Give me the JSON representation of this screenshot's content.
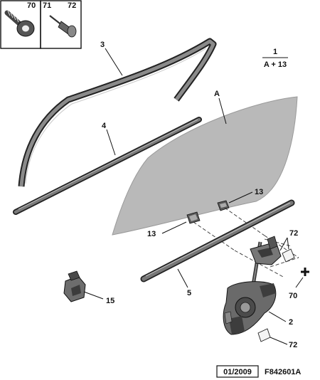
{
  "legend_box": {
    "ref_70": "70",
    "ref_71": "71",
    "ref_72": "72"
  },
  "formula": {
    "numerator": "1",
    "denominator": "A + 13"
  },
  "callouts": {
    "c3": "3",
    "c4": "4",
    "cA": "A",
    "c13_top": "13",
    "c13_left": "13",
    "c72_top": "72",
    "c70": "70",
    "c5": "5",
    "c15": "15",
    "c2": "2",
    "c72_bottom": "72"
  },
  "footer": {
    "date": "01/2009",
    "ref": "F842601A"
  }
}
